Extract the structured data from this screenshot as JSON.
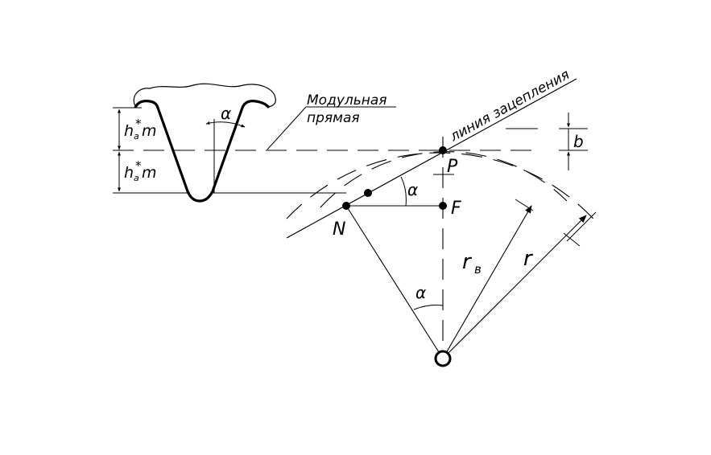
{
  "labels": {
    "modular_line": "Модульная",
    "modular_line_2": "прямая",
    "line_of_action": "линия зацепления",
    "alpha": "α",
    "point_p": "P",
    "point_f": "F",
    "point_n": "N",
    "rb": "r",
    "rb_sub": "в",
    "r": "r",
    "b": "b",
    "ham": "h",
    "ham_sup": "*",
    "ham_sub": "a",
    "ham_m": "m"
  },
  "colors": {
    "ink": "#000000",
    "background": "#ffffff"
  }
}
